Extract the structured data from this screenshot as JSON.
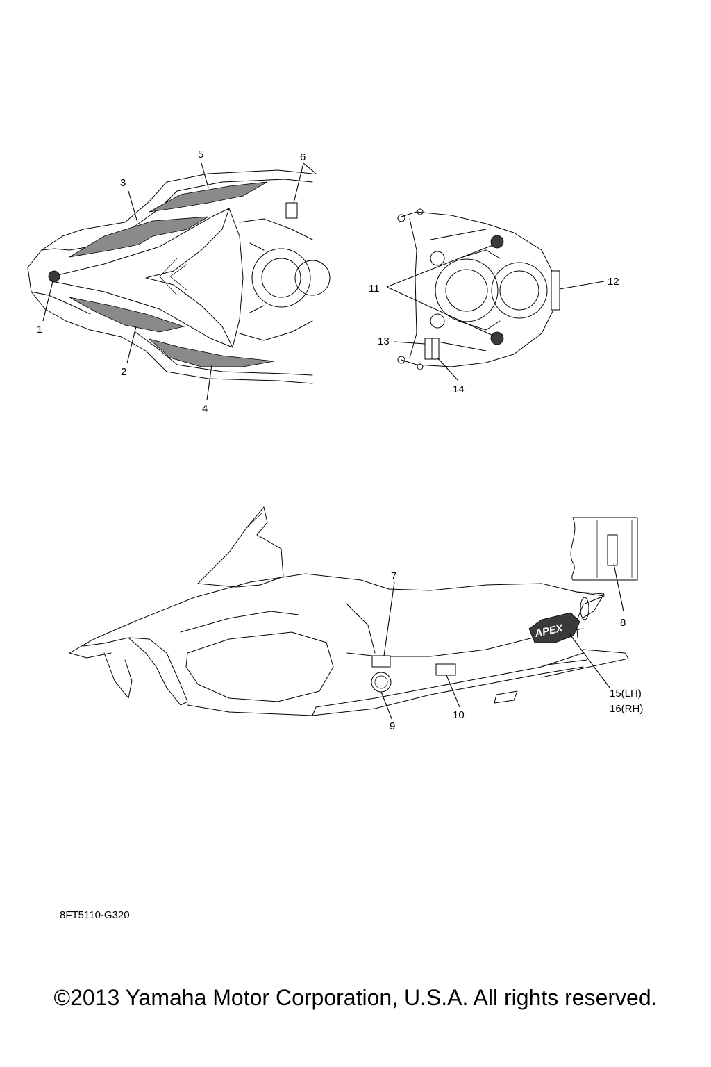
{
  "diagram": {
    "code": "8FT5110-G320",
    "copyright": "©2013 Yamaha Motor Corporation, U.S.A. All rights reserved.",
    "callouts": {
      "c1": "1",
      "c2": "2",
      "c3": "3",
      "c4": "4",
      "c5": "5",
      "c6": "6",
      "c7": "7",
      "c8": "8",
      "c9": "9",
      "c10": "10",
      "c11": "11",
      "c12": "12",
      "c13": "13",
      "c14": "14",
      "c15": "15(LH)",
      "c16": "16(RH)"
    },
    "decal_text": "APEX"
  }
}
